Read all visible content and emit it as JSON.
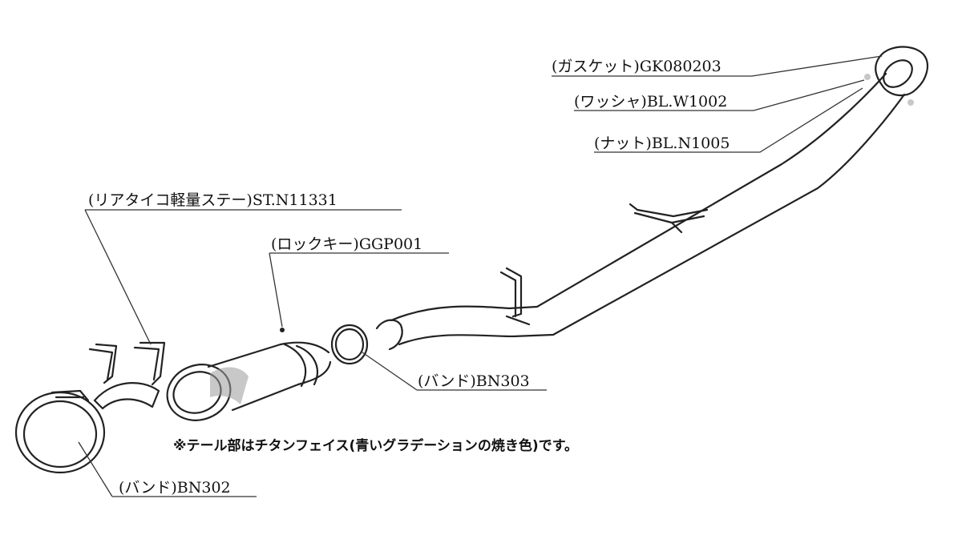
{
  "labels": {
    "gasket": "(ガスケット)GK080203",
    "washer": "(ワッシャ)BL.W1002",
    "nut": "(ナット)BL.N1005",
    "stay": "(リアタイコ軽量ステー)ST.N11331",
    "lockkey": "(ロックキー)GGP001",
    "band_303": "(バンド)BN303",
    "band_302": "(バンド)BN302"
  },
  "note": "※テール部はチタンフェイス(青いグラデーションの焼き色)です。",
  "colors": {
    "line": "#222222",
    "leader": "#333333",
    "shade": "#9a9a9a",
    "background": "#ffffff"
  }
}
